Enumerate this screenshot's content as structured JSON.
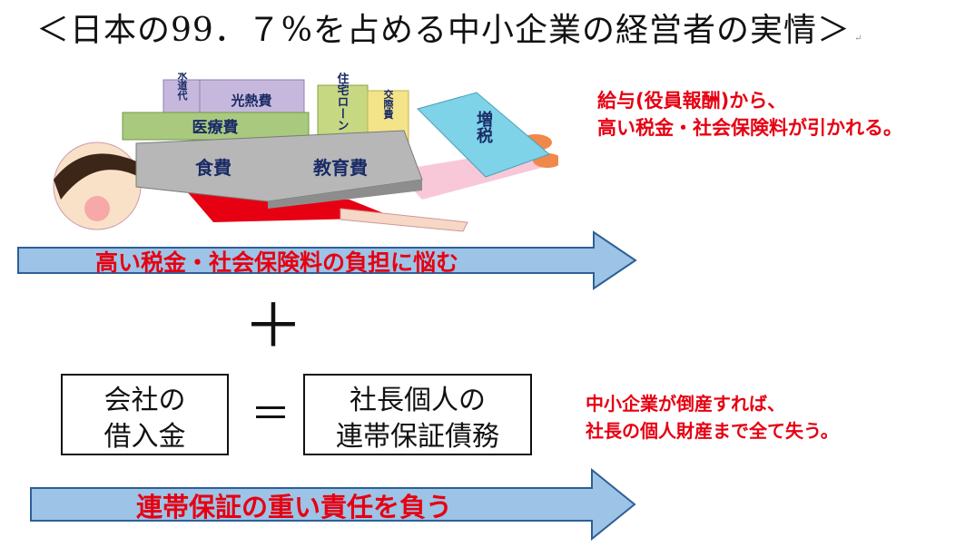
{
  "title": "＜日本の99．７%を占める中小企業の経営者の実情＞",
  "title_mark": "↵",
  "illustration": {
    "blocks": {
      "misc": "水道代",
      "utilities": "光熱費",
      "medical": "医療費",
      "housing_loan": "住宅ローン",
      "social": "交際費",
      "food": "食費",
      "education": "教育費",
      "tax_increase": "増税"
    }
  },
  "note_top": {
    "line1": "給与(役員報酬)から、",
    "line2": "高い税金・社会保険料が引かれる。"
  },
  "arrow1_label": "高い税金・社会保険料の負担に悩む",
  "plus": "＋",
  "box_left": {
    "line1": "会社の",
    "line2": "借入金"
  },
  "equals": "＝",
  "box_right": {
    "line1": "社長個人の",
    "line2": "連帯保証債務"
  },
  "note_bottom": {
    "line1": "中小企業が倒産すれば、",
    "line2": "社長の個人財産まで全て失う。"
  },
  "arrow2_label": "連帯保証の重い責任を負う",
  "colors": {
    "accent_red": "#e60012",
    "arrow_fill": "#9dc3e6",
    "arrow_stroke": "#2e5f95"
  }
}
